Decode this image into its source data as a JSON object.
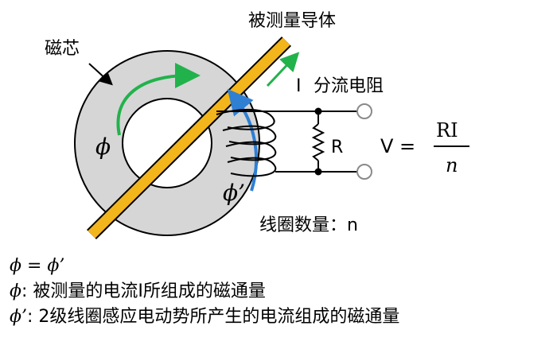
{
  "labels": {
    "core": "磁芯",
    "conductor": "被测量导体",
    "current": "I",
    "shunt": "分流电阻",
    "resistor": "R",
    "turns": "线圈数量：n",
    "phi": "ϕ",
    "phi_prime": "ϕ’"
  },
  "formula": {
    "lhs": "V =",
    "numerator": "RI",
    "denominator": "n"
  },
  "legend": {
    "line1": "ϕ = ϕ’",
    "line2_symbol": "ϕ",
    "line2_text": ": 被测量的电流I所组成的磁通量",
    "line3_symbol": "ϕ’",
    "line3_text": ": 2级线圈感应电动势所产生的电流组成的磁通量"
  },
  "colors": {
    "core_fill": "#d6d6d6",
    "conductor": "#f2b51c",
    "arrow_green": "#22b24c",
    "arrow_blue": "#2f7fd3",
    "terminal_border": "#8a8a8a"
  }
}
